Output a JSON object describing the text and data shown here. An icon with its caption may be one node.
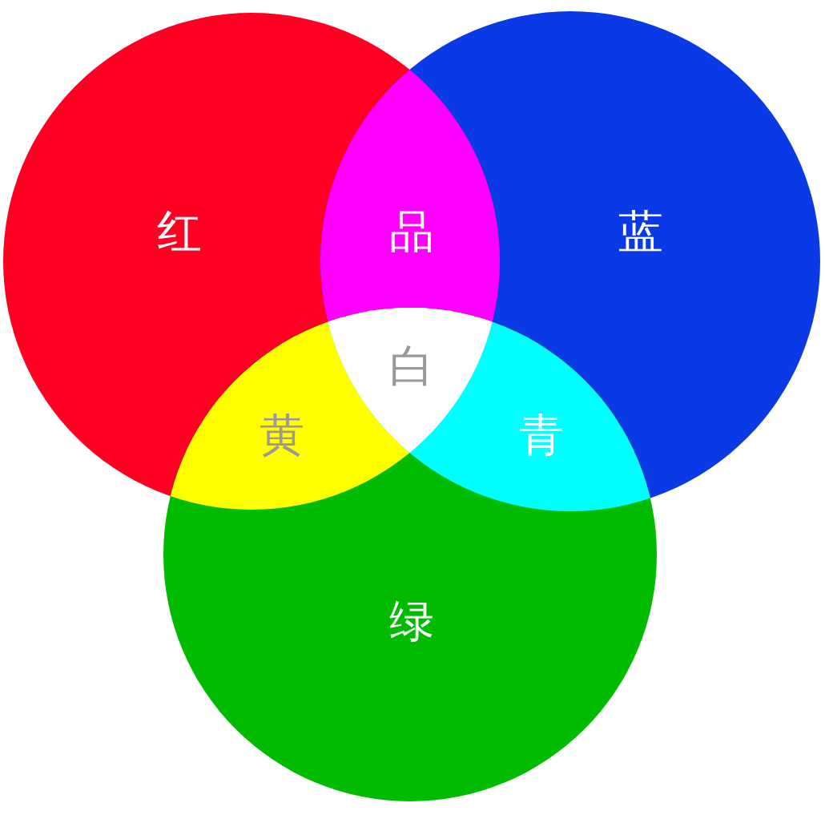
{
  "diagram": {
    "nodes": [
      {
        "text": [
          "红"
        ]
      },
      {
        "text": [
          "蓝"
        ]
      },
      {
        "text": [
          "绿"
        ]
      }
    ],
    "labels": [
      "品",
      "白",
      "黄",
      "青"
    ]
  }
}
